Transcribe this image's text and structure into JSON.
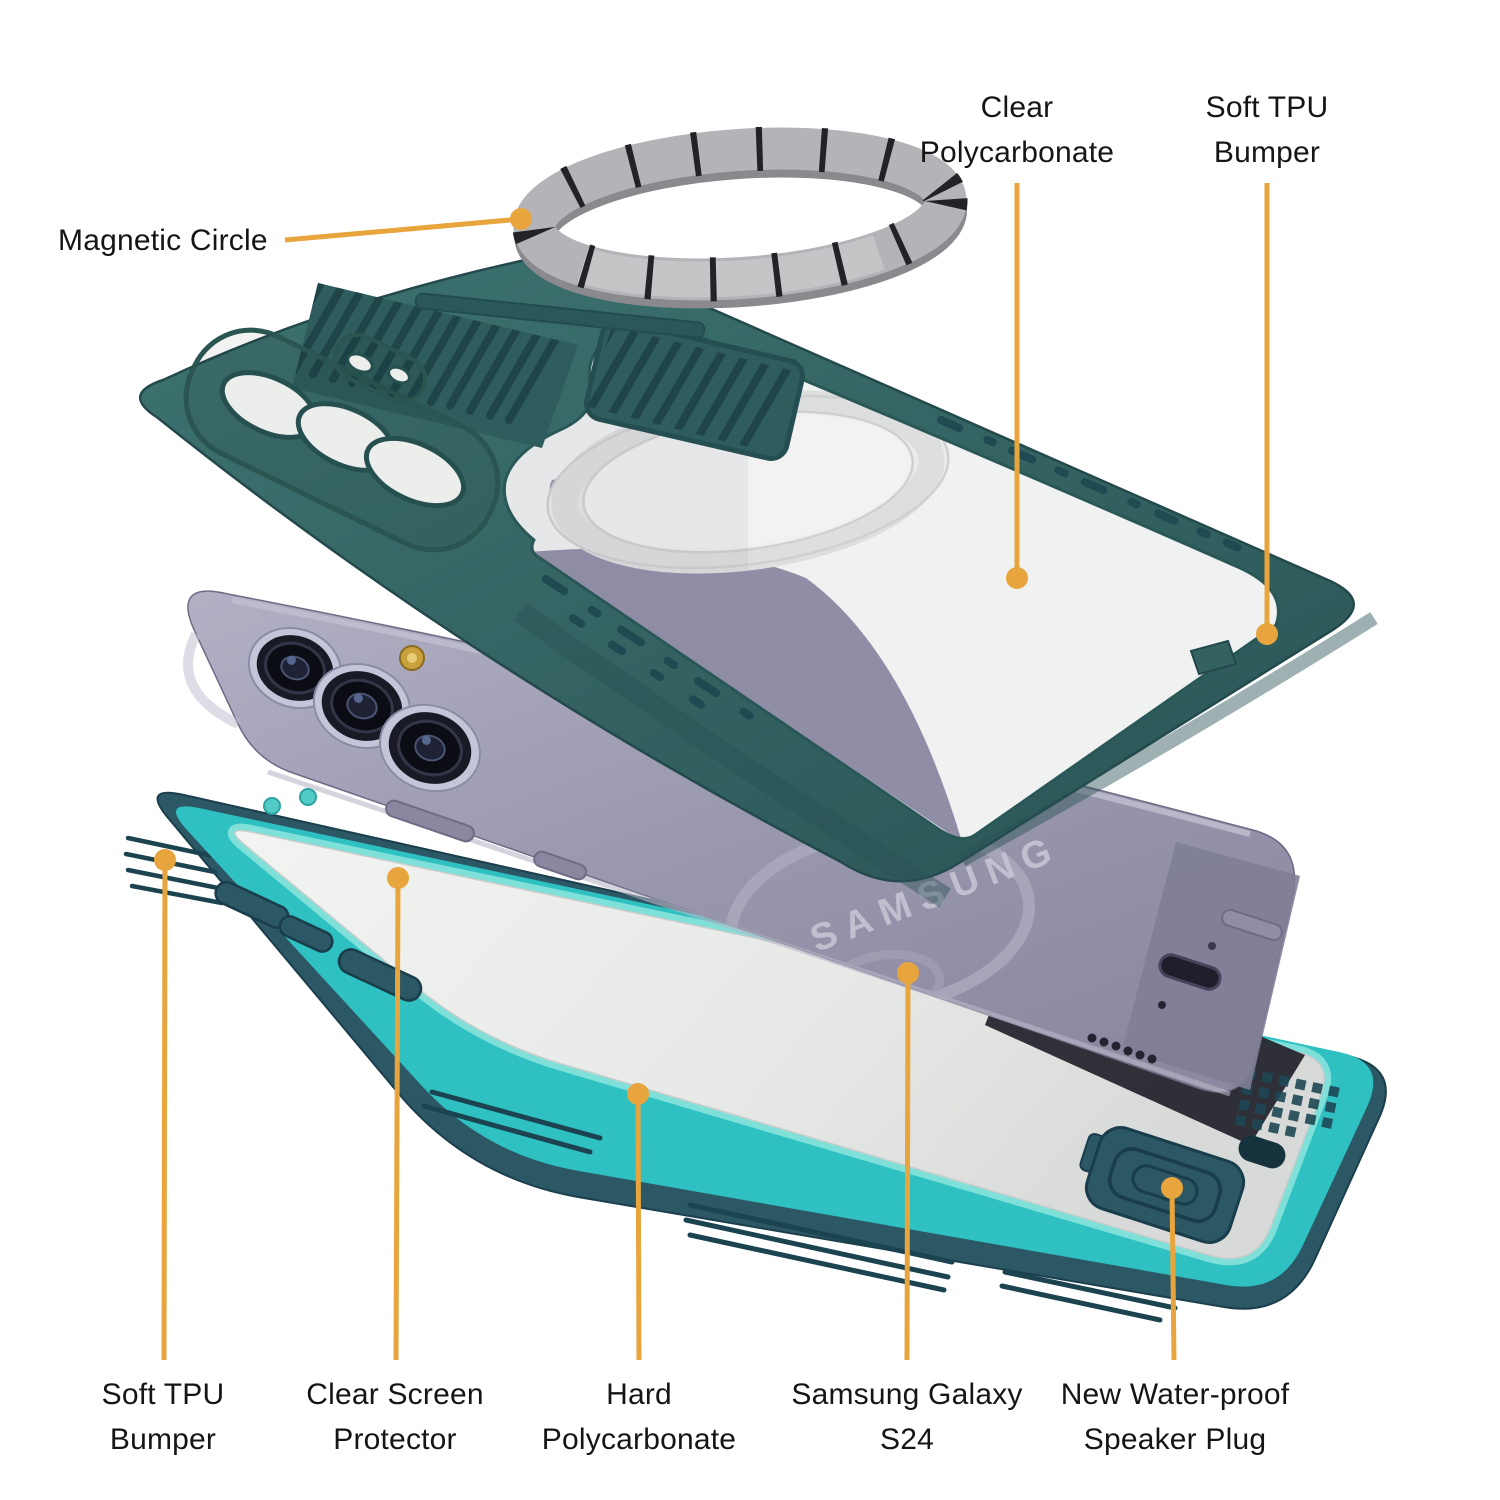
{
  "figure": {
    "background_color": "#ffffff",
    "leader_color": "#E8A53E",
    "text_color": "#151515"
  },
  "labels": {
    "magnetic_circle": {
      "line1": "Magnetic Circle"
    },
    "clear_polycarbonate": {
      "line1": "Clear",
      "line2": "Polycarbonate"
    },
    "soft_tpu_bumper_top": {
      "line1": "Soft TPU",
      "line2": "Bumper"
    },
    "soft_tpu_bumper_bottom": {
      "line1": "Soft TPU",
      "line2": "Bumper"
    },
    "clear_screen_protector": {
      "line1": "Clear Screen",
      "line2": "Protector"
    },
    "hard_polycarbonate": {
      "line1": "Hard",
      "line2": "Polycarbonate"
    },
    "samsung_galaxy_s24": {
      "line1": "Samsung Galaxy",
      "line2": "S24"
    },
    "new_waterproof_speaker_plug": {
      "line1": "New Water-proof",
      "line2": "Speaker Plug"
    }
  },
  "device": {
    "brand_text": "SAMSUNG"
  },
  "colors": {
    "top_case_green": "#336261",
    "top_case_green_dark": "#24494D",
    "phone_lavender": "#9B99B0",
    "bottom_case_teal": "#2FC0C1",
    "bottom_case_slate": "#2C5765",
    "screen_protector_white": "#EFF1EF",
    "magnet_ring_gray": "#B4B4B8",
    "magnet_tick_black": "#232327",
    "magsafe_ring_gray": "#DDDFDE",
    "flash_gold": "#C9A23E"
  }
}
